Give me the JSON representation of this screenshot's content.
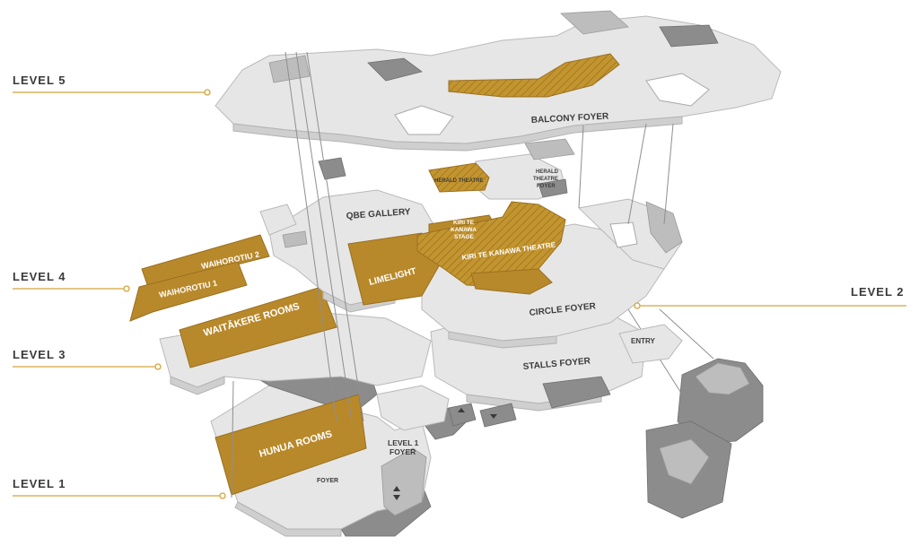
{
  "levels": {
    "level5": "LEVEL 5",
    "level4": "LEVEL 4",
    "level3": "LEVEL 3",
    "level2": "LEVEL 2",
    "level1": "LEVEL 1"
  },
  "rooms": {
    "balcony_foyer": "BALCONY FOYER",
    "herald_theatre": "HERALD THEATRE",
    "herald_theatre_foyer_1": "HERALD",
    "herald_theatre_foyer_2": "THEATRE",
    "herald_theatre_foyer_3": "FOYER",
    "qbe_gallery": "QBE GALLERY",
    "kiri_stage_1": "KIRI TE",
    "kiri_stage_2": "KANAWA",
    "kiri_stage_3": "STAGE",
    "kiri_theatre": "KIRI TE KANAWA THEATRE",
    "waihorotiu_2": "WAIHOROTIU 2",
    "waihorotiu_1": "WAIHOROTIU 1",
    "limelight": "LIMELIGHT",
    "circle_foyer": "CIRCLE FOYER",
    "waitakere_rooms": "WAITĀKERE ROOMS",
    "stalls_foyer": "STALLS FOYER",
    "entry": "ENTRY",
    "hunua_rooms": "HUNUA ROOMS",
    "level1_foyer_1": "LEVEL 1",
    "level1_foyer_2": "FOYER",
    "foyer": "FOYER"
  },
  "colors": {
    "accent_gold": "#b8892b",
    "leader_gold": "#d4a43a",
    "floor_grey": "#e6e6e6",
    "dark_grey": "#8c8c8c"
  }
}
